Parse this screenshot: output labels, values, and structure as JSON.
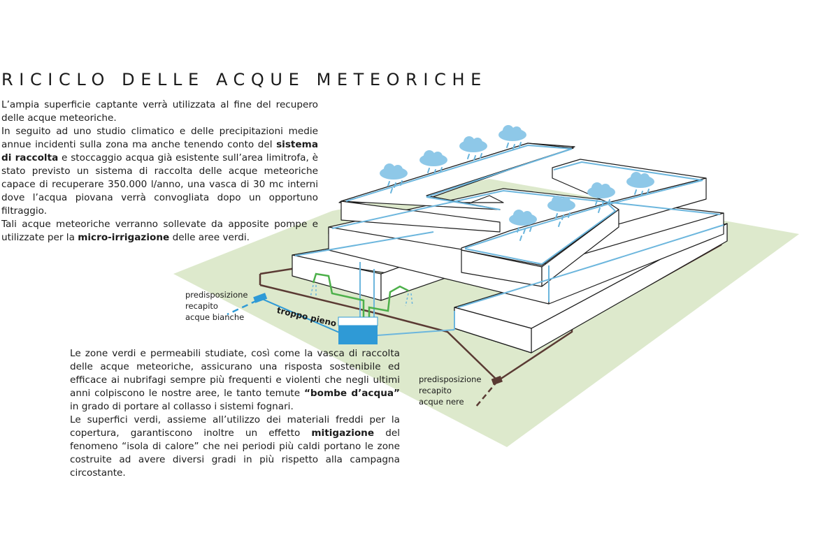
{
  "title": "RICICLO DELLE ACQUE METEORICHE",
  "intro": {
    "line1": "L’ampia superficie captante verrà utilizzata al fine del recupero delle acque meteoriche.",
    "line2_a": "In seguito ad uno studio climatico e delle precipitazioni  medie annue incidenti sulla zona ma anche tenendo conto del ",
    "line2_b": "sistema di raccolta",
    "line2_c": " e stoccaggio acqua già esistente sull’area limitrofa, è stato previsto un sistema di raccolta delle acque meteoriche capace di recuperare 350.000 l/anno, una vasca di 30 mc interni dove l’acqua piovana verrà convogliata dopo un opportuno filtraggio.",
    "line3_a": "Tali acque meteoriche verranno sollevate da apposite pompe e utilizzate per la ",
    "line3_b": "micro-irrigazione",
    "line3_c": " delle aree verdi."
  },
  "bottom": {
    "p1_a": "Le zone verdi e permeabili studiate, così come la vasca di raccolta delle acque meteoriche, assicurano una risposta sostenibile ed efficace ai nubrifagi sempre più frequenti e violenti che negli ultimi anni colpiscono le nostre aree, le tanto temute ",
    "p1_b": "“bombe d’acqua”",
    "p1_c": " in grado di portare al collasso i sistemi fognari.",
    "p2_a": "Le superfici verdi, assieme all’utilizzo dei materiali freddi per la copertura, garantiscono inoltre un effetto ",
    "p2_b": "mitigazione",
    "p2_c": " del fenomeno “isola di calore” che nei periodi più caldi portano le zone costruite ad avere diversi gradi in più rispetto alla campagna circostante."
  },
  "labels": {
    "bianche": [
      "predisposizione",
      "recapito",
      "acque bianche"
    ],
    "nere": [
      "predisposizione",
      "recapito",
      "acque nere"
    ],
    "troppo_pieno": "troppo pieno"
  },
  "colors": {
    "ground": "#dde9cc",
    "water_line": "#6cb6dd",
    "tank": "#2f9ad6",
    "irrigation": "#4db04a",
    "sewer": "#5a3a33",
    "cloud": "#8ec8e8"
  }
}
